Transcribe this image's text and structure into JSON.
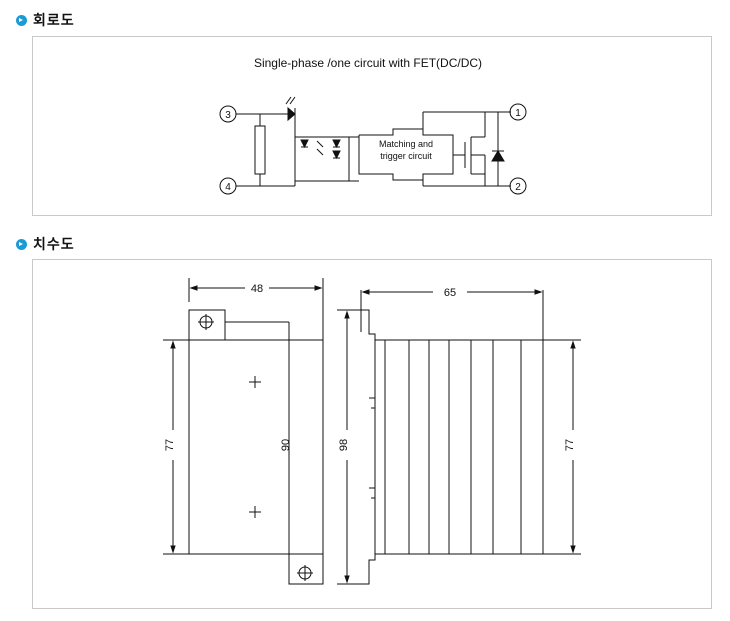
{
  "sections": {
    "circuit": {
      "title": "회로도"
    },
    "dimensions": {
      "title": "치수도"
    }
  },
  "circuit": {
    "caption": "Single-phase /one circuit with FET(DC/DC)",
    "block_line1": "Matching and",
    "block_line2": "trigger circuit",
    "terminals": [
      "3",
      "4",
      "1",
      "2"
    ]
  },
  "dimensions": {
    "front_width": "48",
    "front_height_outer": "77",
    "front_height_inner": "90",
    "side_width": "65",
    "side_height_outer": "98",
    "side_height_inner": "77"
  }
}
